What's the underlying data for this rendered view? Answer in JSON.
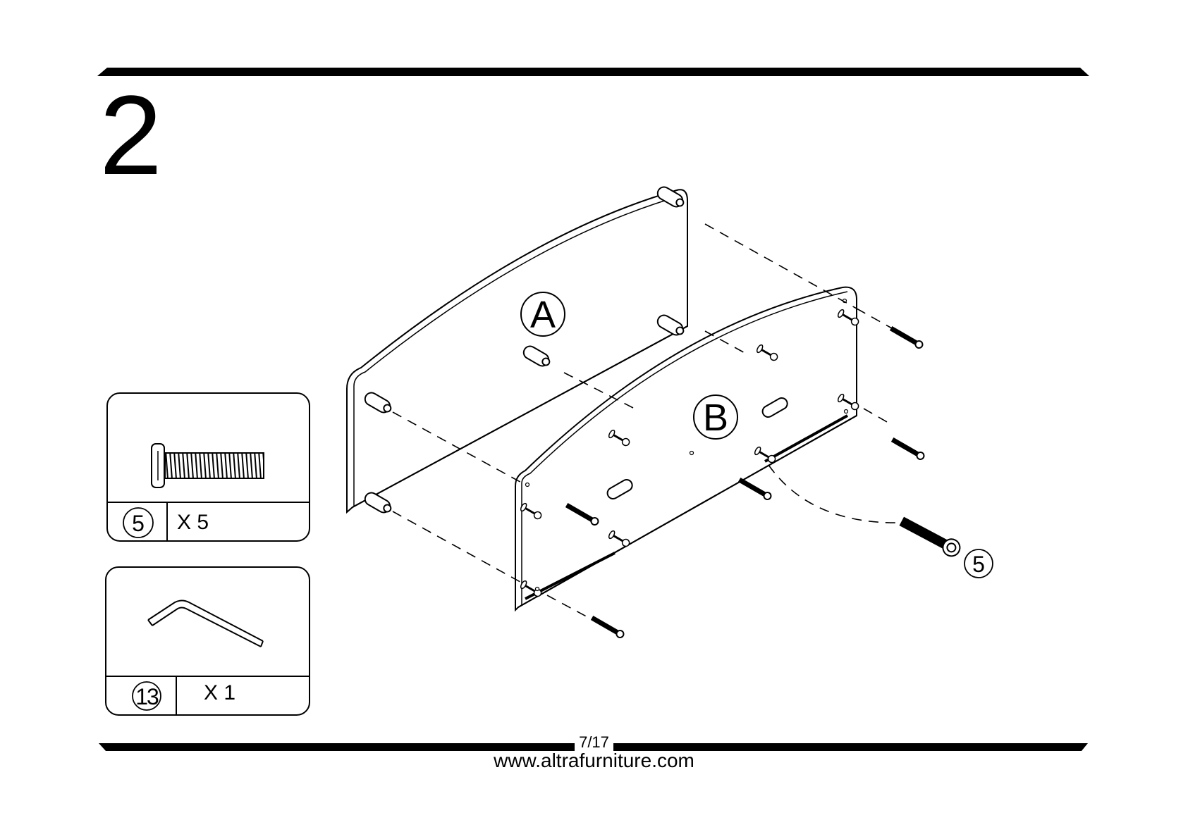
{
  "step": {
    "number": "2"
  },
  "panels": [
    {
      "letter": "A"
    },
    {
      "letter": "B"
    }
  ],
  "hardware": [
    {
      "part_no": "5",
      "qty": "X 5",
      "icon": "bolt-icon"
    },
    {
      "part_no": "13",
      "qty": "X 1",
      "icon": "allen-key-icon"
    }
  ],
  "callout": {
    "part_no": "5"
  },
  "footer": {
    "page": "7/17",
    "website": "www.altrafurniture.com"
  }
}
